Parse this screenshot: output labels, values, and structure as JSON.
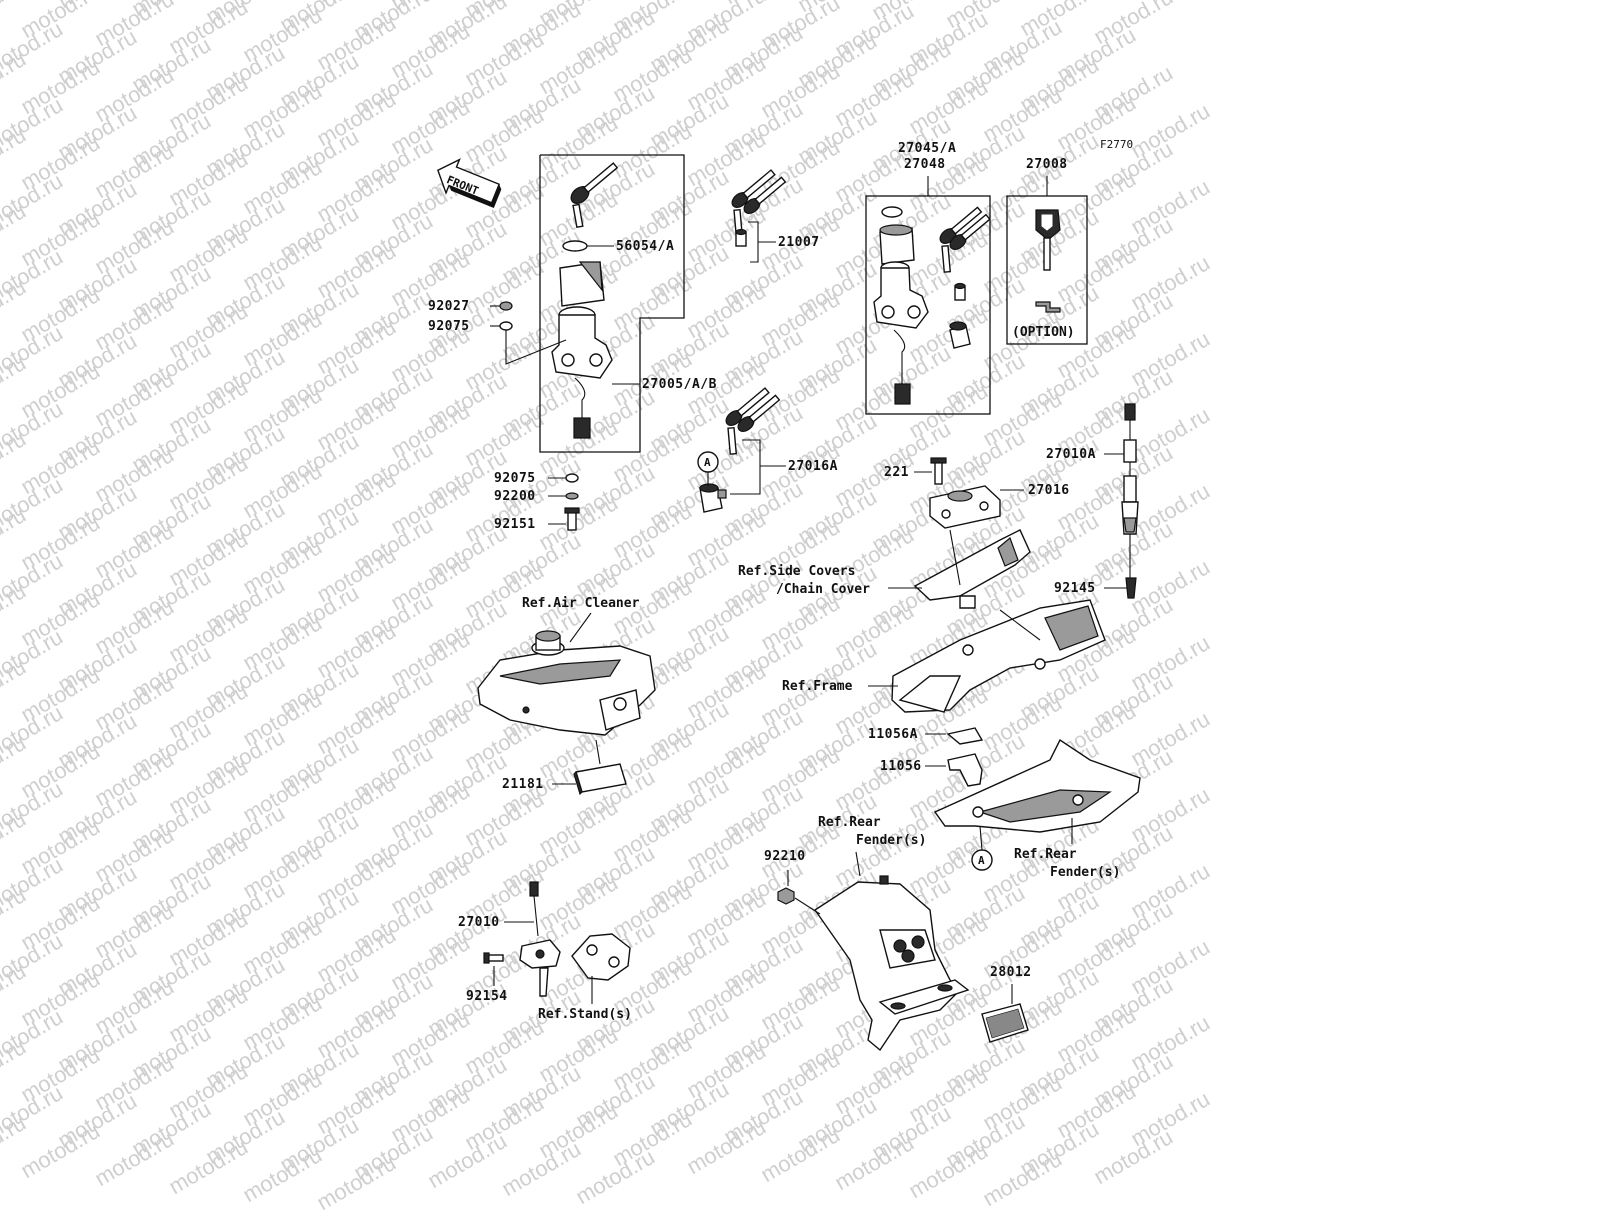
{
  "diagram": {
    "code": "F2770",
    "watermark_text": "motod.ru",
    "front_arrow": "FRONT",
    "option_label": "(OPTION)",
    "callout_a": "A",
    "labels": {
      "p56054": "56054/A",
      "p92027": "92027",
      "p92075a": "92075",
      "p27005": "27005/A/B",
      "p92075b": "92075",
      "p92200": "92200",
      "p92151": "92151",
      "p21007": "21007",
      "p27016A": "27016A",
      "p27045": "27045/A",
      "p27048": "27048",
      "p27008": "27008",
      "p27010A": "27010A",
      "p221": "221",
      "p27016": "27016",
      "ref_side1": "Ref.Side Covers",
      "ref_side2": "/Chain Cover",
      "p92145": "92145",
      "ref_air": "Ref.Air Cleaner",
      "ref_frame": "Ref.Frame",
      "p11056A": "11056A",
      "p11056": "11056",
      "p21181": "21181",
      "ref_rear1a": "Ref.Rear",
      "ref_rear1b": "Fender(s)",
      "ref_rear2a": "Ref.Rear",
      "ref_rear2b": "Fender(s)",
      "p92210": "92210",
      "p27010": "27010",
      "p92154": "92154",
      "ref_stand": "Ref.Stand(s)",
      "p28012": "28012"
    },
    "colors": {
      "line": "#111111",
      "watermark": "#cfcfcf",
      "background": "#ffffff"
    }
  }
}
